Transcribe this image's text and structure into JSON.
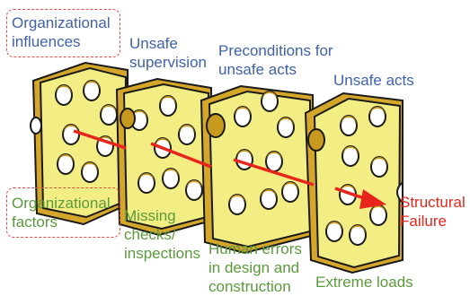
{
  "labels": {
    "organizational_influences": "Organizational\ninfluences",
    "unsafe_supervision": "Unsafe\nsupervision",
    "preconditions": "Preconditions for\nunsafe acts",
    "unsafe_acts": "Unsafe acts",
    "organizational_factors": "Organizational\nfactors",
    "missing_checks": "Missing\nchecks/\ninspections",
    "human_errors": "Human errors\nin design and\nconstruction",
    "extreme_loads": "Extreme loads",
    "structural_failure": "Structural\nFailure"
  },
  "colors": {
    "cheese_face": "#f3ee84",
    "cheese_side": "#d4a72a",
    "cheese_outline": "#1a1a1a",
    "hole_dark": "#c79a1e",
    "arrow": "#e8251c",
    "influence_text": "#3f62a8",
    "factor_text": "#5b9a3c",
    "failure_text": "#e8251c"
  }
}
